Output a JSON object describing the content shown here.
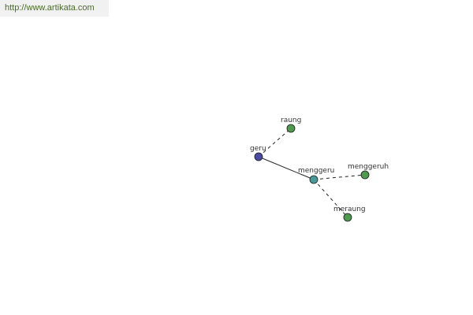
{
  "header": {
    "url": "http://www.artikata.com"
  },
  "colors": {
    "root_node": "#4a4aa0",
    "intermediate_node": "#4a9a9a",
    "leaf_node": "#4f9a4f",
    "edge": "#222222"
  },
  "graph": {
    "nodes": [
      {
        "id": "geru",
        "label": "geru",
        "kind": "root"
      },
      {
        "id": "raung",
        "label": "raung",
        "kind": "leaf"
      },
      {
        "id": "menggeru",
        "label": "menggeru",
        "kind": "intermediate"
      },
      {
        "id": "menggeruh",
        "label": "menggeruh",
        "kind": "leaf"
      },
      {
        "id": "meraung",
        "label": "meraung",
        "kind": "leaf"
      }
    ],
    "edges": [
      {
        "from": "geru",
        "to": "raung",
        "style": "dashed"
      },
      {
        "from": "geru",
        "to": "menggeru",
        "style": "solid"
      },
      {
        "from": "menggeru",
        "to": "menggeruh",
        "style": "dashed"
      },
      {
        "from": "menggeru",
        "to": "meraung",
        "style": "dashed"
      }
    ]
  }
}
